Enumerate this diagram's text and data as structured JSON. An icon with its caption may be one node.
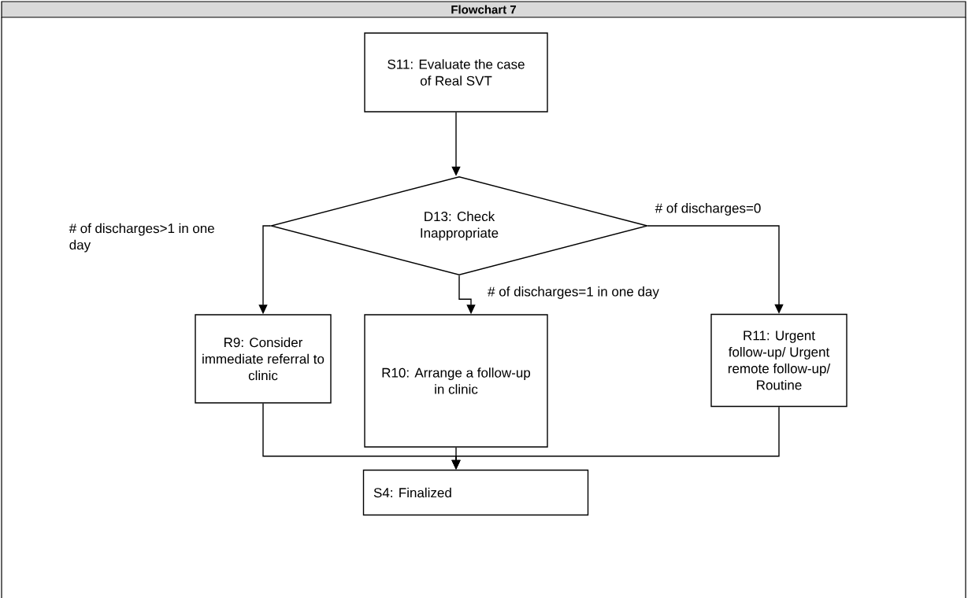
{
  "diagram": {
    "title": "Flowchart 7",
    "nodes": [
      {
        "text": [
          "S11: Evaluate the case of Real SVT"
        ]
      },
      {
        "text": [
          "D13: Check Inappropriate"
        ]
      },
      {
        "text": [
          "R9: Consider immediate referral to clinic"
        ]
      },
      {
        "text": [
          "R10: Arrange a follow-up in clinic"
        ]
      },
      {
        "text": [
          "R11: Urgent follow-up/ Urgent remote follow-up/ Routine"
        ]
      },
      {
        "text": [
          "S4: Finalized"
        ]
      }
    ],
    "edges": [
      {
        "from": 0,
        "to": 1,
        "arrow": "to"
      },
      {
        "from": 1,
        "to": 2,
        "arrow": "to",
        "label": "# of discharges>1 in one day"
      },
      {
        "from": 1,
        "to": 3,
        "arrow": "to",
        "label": "# of discharges=1 in one day"
      },
      {
        "from": 1,
        "to": 4,
        "arrow": "to",
        "label": "# of discharges=0"
      },
      {
        "from": 2,
        "to": 5,
        "arrow": "to"
      },
      {
        "from": 3,
        "to": 5,
        "arrow": "to"
      },
      {
        "from": 4,
        "to": 5,
        "arrow": "to"
      }
    ]
  }
}
